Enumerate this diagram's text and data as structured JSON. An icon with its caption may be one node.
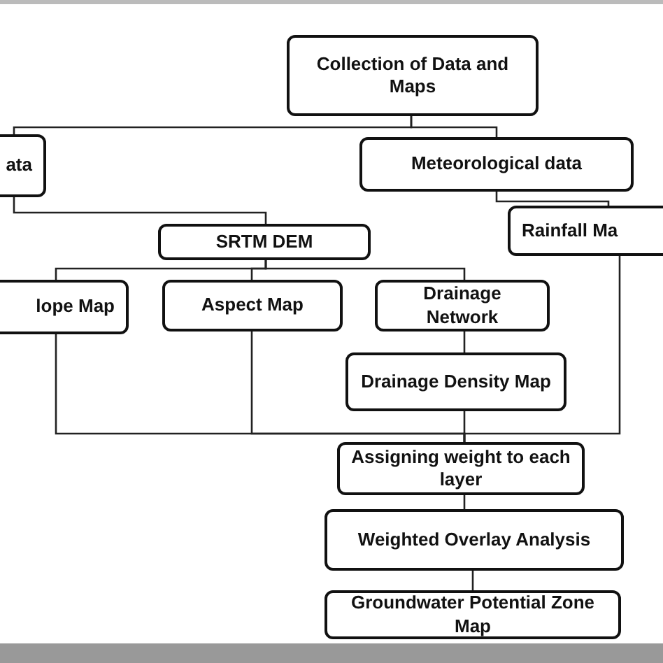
{
  "diagram": {
    "nodes": [
      {
        "text": [
          "Collection of Data and Maps"
        ]
      },
      {
        "text": [
          "ata"
        ]
      },
      {
        "text": [
          "Meteorological data"
        ]
      },
      {
        "text": [
          "SRTM DEM"
        ]
      },
      {
        "text": [
          "Rainfall Ma"
        ]
      },
      {
        "text": [
          "lope Map"
        ]
      },
      {
        "text": [
          "Aspect Map"
        ]
      },
      {
        "text": [
          "Drainage Network"
        ]
      },
      {
        "text": [
          "Drainage Density Map"
        ]
      },
      {
        "text": [
          "Assigning weight to each layer"
        ]
      },
      {
        "text": [
          "Weighted Overlay Analysis"
        ]
      },
      {
        "text": [
          "Groundwater Potential Zone Map"
        ]
      }
    ],
    "edges": [
      {
        "from": 0,
        "to": 1,
        "arrow": "none"
      },
      {
        "from": 0,
        "to": 2,
        "arrow": "none"
      },
      {
        "from": 1,
        "to": 3,
        "arrow": "none"
      },
      {
        "from": 2,
        "to": 4,
        "arrow": "none"
      },
      {
        "from": 3,
        "to": 5,
        "arrow": "none"
      },
      {
        "from": 3,
        "to": 6,
        "arrow": "none"
      },
      {
        "from": 3,
        "to": 7,
        "arrow": "none"
      },
      {
        "from": 7,
        "to": 8,
        "arrow": "none"
      },
      {
        "from": 5,
        "to": 9,
        "arrow": "none"
      },
      {
        "from": 6,
        "to": 9,
        "arrow": "none"
      },
      {
        "from": 8,
        "to": 9,
        "arrow": "none"
      },
      {
        "from": 4,
        "to": 9,
        "arrow": "none"
      },
      {
        "from": 9,
        "to": 10,
        "arrow": "none"
      },
      {
        "from": 10,
        "to": 11,
        "arrow": "none"
      }
    ]
  }
}
